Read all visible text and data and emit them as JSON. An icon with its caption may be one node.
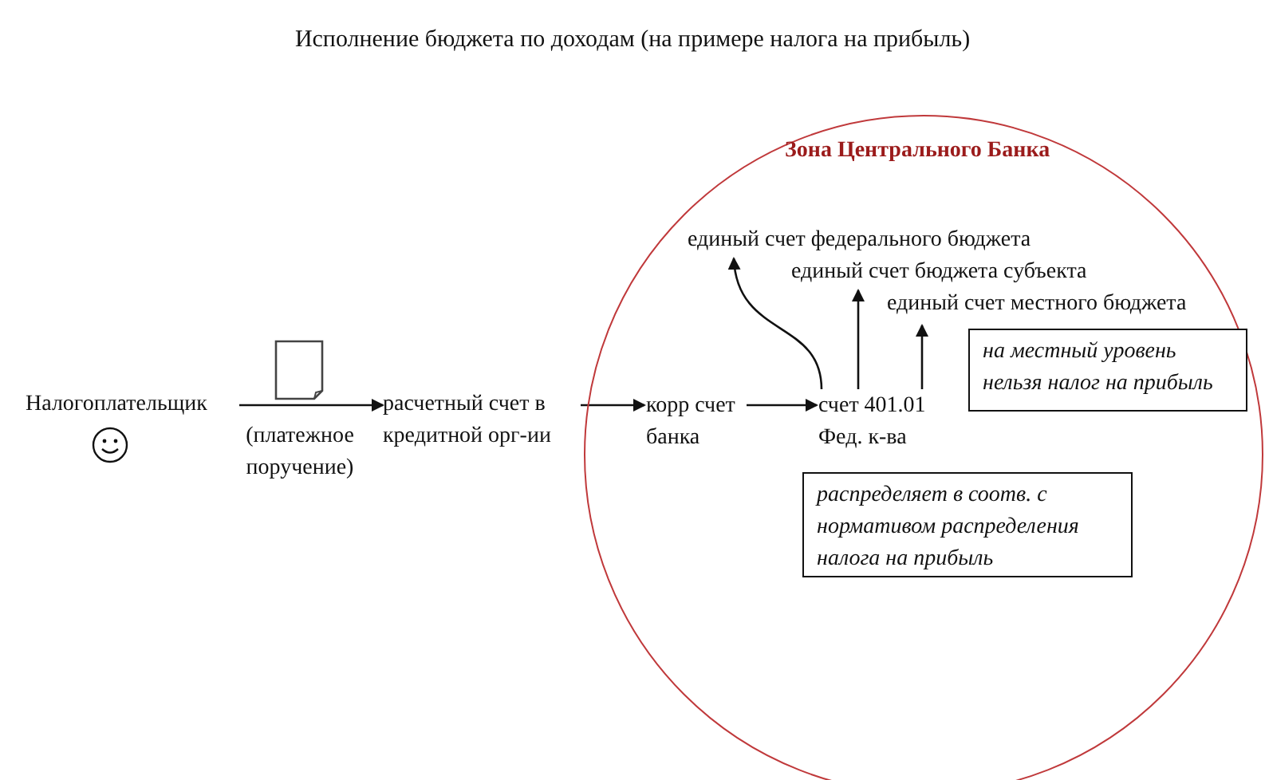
{
  "diagram": {
    "title": "Исполнение бюджета по доходам (на примере налога на прибыль)",
    "nodes": [
      {
        "text": [
          "Налогоплательщик"
        ]
      },
      {
        "text": [
          "расчетный счет в кредитной орг-ии"
        ]
      },
      {
        "text": [
          "Зона Центрального Банка"
        ]
      },
      {
        "text": [
          "корр счет банка"
        ],
        "in": 2
      },
      {
        "text": [
          "счет 401.01 Фед. к-ва"
        ],
        "in": 2
      },
      {
        "text": [
          "единый счет федерального бюджета"
        ],
        "in": 2
      },
      {
        "text": [
          "единый счет бюджета субъекта"
        ],
        "in": 2
      },
      {
        "text": [
          "единый счет местного бюджета"
        ],
        "in": 2
      },
      {
        "text": [
          "на местный уровень нельзя налог на прибыль"
        ],
        "in": 2
      },
      {
        "text": [
          "распределяет в соотв. с нормативом распределения налога на прибыль"
        ],
        "in": 2
      }
    ],
    "edges": [
      {
        "from": 0,
        "to": 1,
        "arrow": "to",
        "label": "(платежное поручение)"
      },
      {
        "from": 1,
        "to": 3,
        "arrow": "to"
      },
      {
        "from": 3,
        "to": 4,
        "arrow": "to"
      },
      {
        "from": 4,
        "to": 5,
        "arrow": "to"
      },
      {
        "from": 4,
        "to": 6,
        "arrow": "to"
      },
      {
        "from": 4,
        "to": 7,
        "arrow": "to"
      }
    ]
  }
}
